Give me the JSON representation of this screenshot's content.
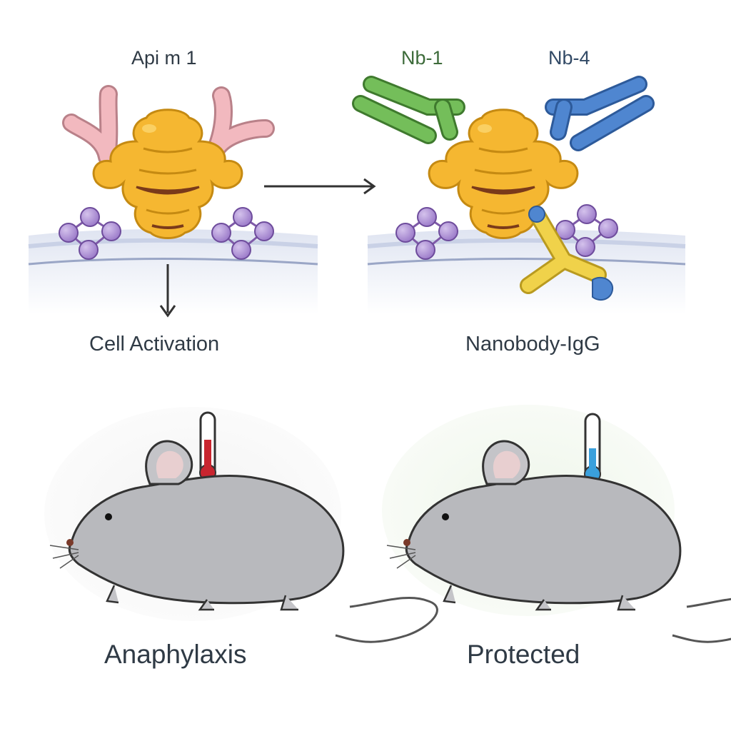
{
  "labels": {
    "allergen": "Api m 1",
    "nanobody_1": "Nb-1",
    "nanobody_4": "Nb-4",
    "cell_activation": "Cell Activation",
    "nanobody_igg": "Nanobody-IgG",
    "outcome_left": "Anaphylaxis",
    "outcome_right": "Protected"
  },
  "colors": {
    "allergen": "#f5b731",
    "ige": "#f2b9bf",
    "nanobody_1": "#74be5a",
    "nanobody_4": "#4f86d0",
    "igg": "#f0d24a",
    "receptor": "#a98ad0",
    "thermometer_hot": "#c8252f",
    "thermometer_cool": "#3aa0dc",
    "mouse": "#b8b9bd"
  },
  "thermometers": {
    "left_fill": 0.55,
    "right_fill": 0.4
  }
}
